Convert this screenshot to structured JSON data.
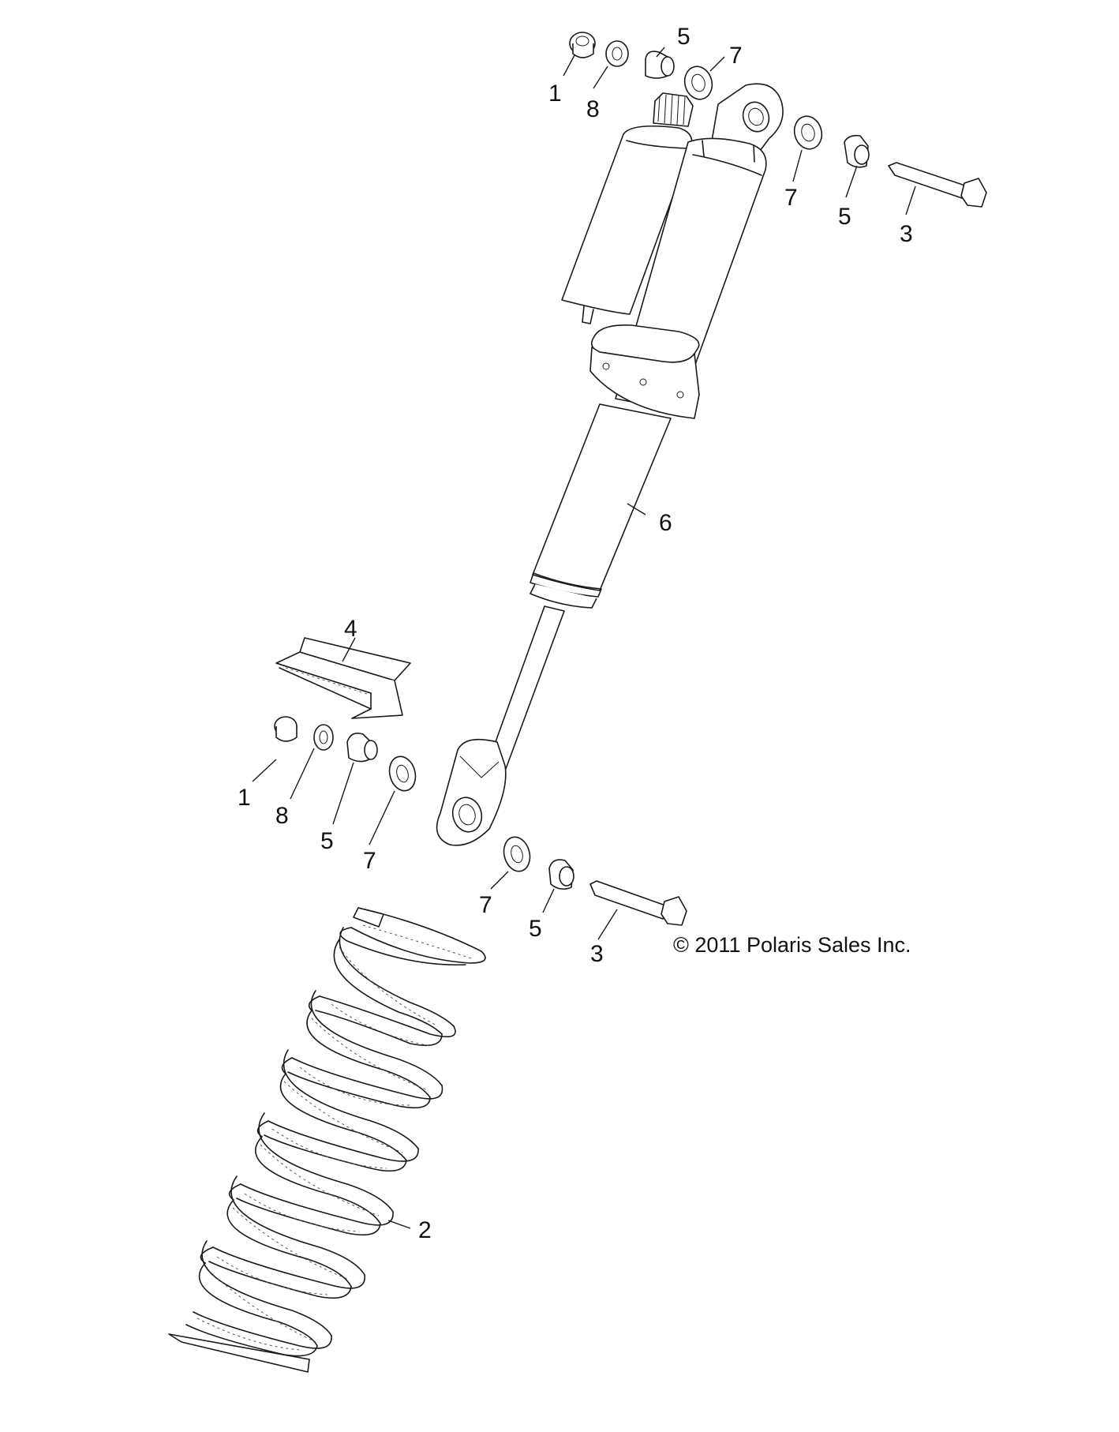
{
  "callouts": {
    "c1_top": "1",
    "c8_top": "8",
    "c5_top": "5",
    "c7_top": "7",
    "c7_right": "7",
    "c5_right": "5",
    "c3_right": "3",
    "c6": "6",
    "c4": "4",
    "c1_mid": "1",
    "c8_mid": "8",
    "c5_mid": "5",
    "c7_mid": "7",
    "c7_low": "7",
    "c5_low": "5",
    "c3_low": "3",
    "c2": "2"
  },
  "copyright": "© 2011 Polaris Sales Inc."
}
